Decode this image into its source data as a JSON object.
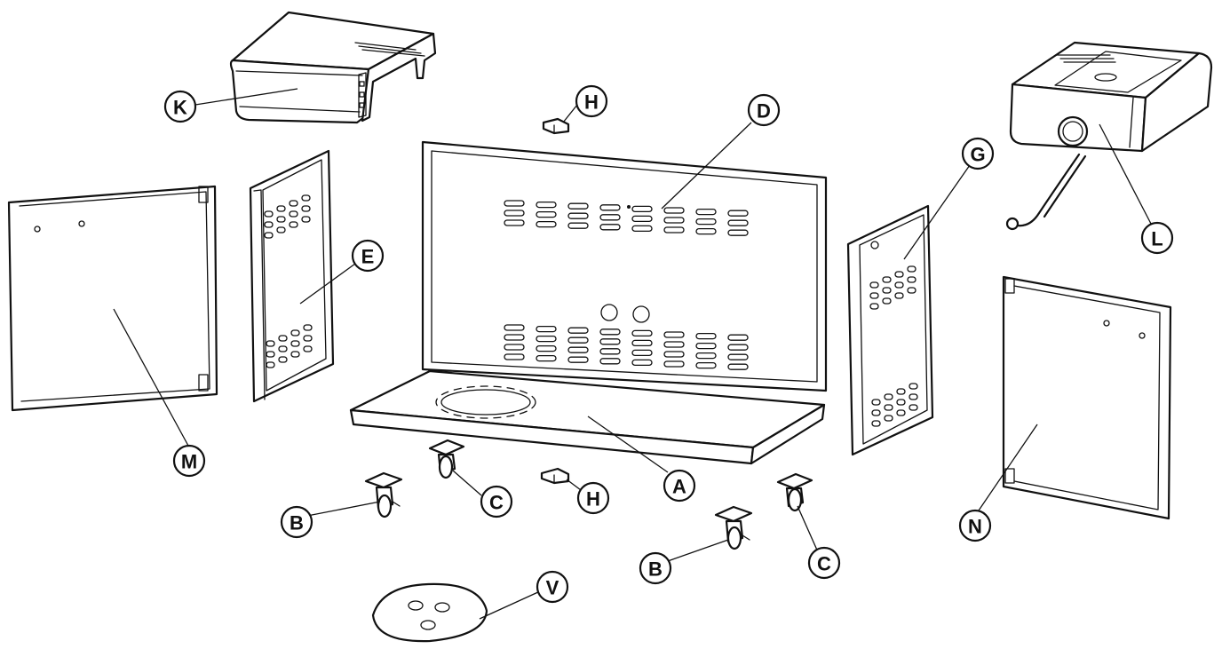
{
  "diagram": {
    "callouts": {
      "K": "K",
      "H_top": "H",
      "D": "D",
      "G": "G",
      "L": "L",
      "E": "E",
      "M": "M",
      "N": "N",
      "A": "A",
      "C_left": "C",
      "H_bottom": "H",
      "B_left": "B",
      "B_right": "B",
      "C_right": "C",
      "V": "V"
    }
  }
}
